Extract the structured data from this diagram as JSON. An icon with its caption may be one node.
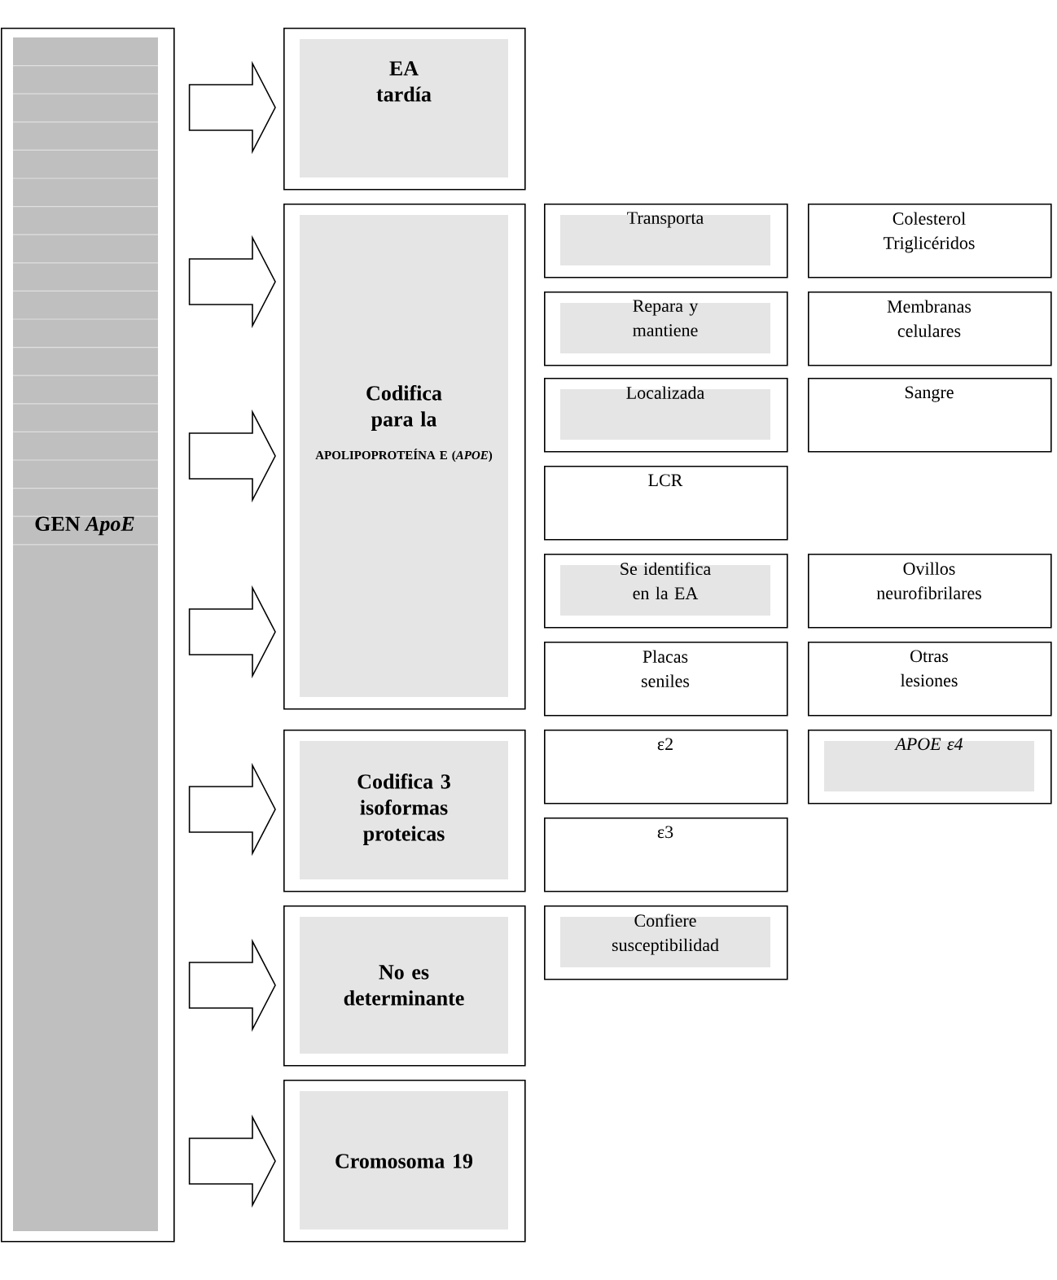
{
  "diagram": {
    "nodes": [
      {
        "text": [
          "GEN *ApoE*"
        ]
      },
      {
        "text": [
          "EA tardía"
        ]
      },
      {
        "text": [
          "Codifica para la",
          "APOLIPOPROTEÍNA E (*APOE*)"
        ]
      },
      {
        "text": [
          "Codifica 3 isoformas proteicas"
        ]
      },
      {
        "text": [
          "No es determinante"
        ]
      },
      {
        "text": [
          "Cromosoma 19"
        ]
      },
      {
        "text": [
          "Transporta"
        ]
      },
      {
        "text": [
          "Colesterol Triglicéridos"
        ]
      },
      {
        "text": [
          "Repara y mantiene"
        ]
      },
      {
        "text": [
          "Membranas celulares"
        ]
      },
      {
        "text": [
          "Localizada"
        ]
      },
      {
        "text": [
          "Sangre"
        ]
      },
      {
        "text": [
          "LCR"
        ]
      },
      {
        "text": [
          "Se identifica en la EA"
        ]
      },
      {
        "text": [
          "Ovillos neurofibrilares"
        ]
      },
      {
        "text": [
          "Placas seniles"
        ]
      },
      {
        "text": [
          "Otras lesiones"
        ]
      },
      {
        "text": [
          "ε2"
        ]
      },
      {
        "text": [
          "APOE ε4"
        ]
      },
      {
        "text": [
          "ε3"
        ]
      },
      {
        "text": [
          "Confiere susceptibilidad"
        ]
      }
    ],
    "edges": [
      {
        "from": 0,
        "to": 1,
        "arrow": "to"
      },
      {
        "from": 0,
        "to": 2,
        "arrow": "to"
      },
      {
        "from": 0,
        "to": 2,
        "arrow": "to"
      },
      {
        "from": 0,
        "to": 2,
        "arrow": "to"
      },
      {
        "from": 0,
        "to": 3,
        "arrow": "to"
      },
      {
        "from": 0,
        "to": 4,
        "arrow": "to"
      },
      {
        "from": 0,
        "to": 5,
        "arrow": "to"
      }
    ]
  }
}
